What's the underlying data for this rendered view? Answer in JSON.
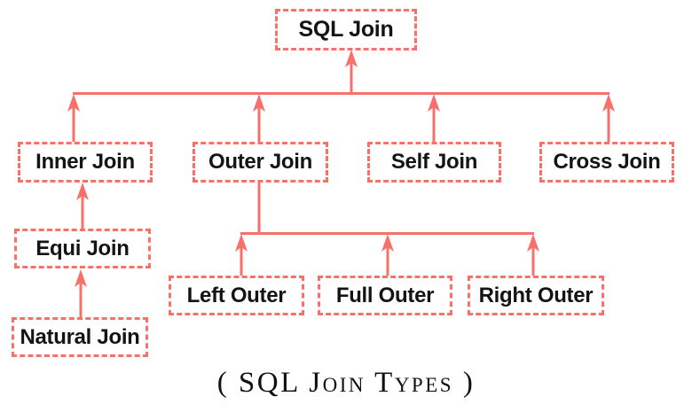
{
  "diagram": {
    "title_caption": "( SQL Join Types )",
    "accent_color": "#f8706a",
    "text_color": "#141414",
    "background_color": "#ffffff",
    "nodes": [
      {
        "id": "sql-join",
        "label": "SQL Join"
      },
      {
        "id": "inner-join",
        "label": "Inner Join"
      },
      {
        "id": "outer-join",
        "label": "Outer Join"
      },
      {
        "id": "self-join",
        "label": "Self Join"
      },
      {
        "id": "cross-join",
        "label": "Cross Join"
      },
      {
        "id": "equi-join",
        "label": "Equi Join"
      },
      {
        "id": "natural-join",
        "label": "Natural Join"
      },
      {
        "id": "left-outer",
        "label": "Left Outer"
      },
      {
        "id": "full-outer",
        "label": "Full Outer"
      },
      {
        "id": "right-outer",
        "label": "Right Outer"
      }
    ],
    "edges": [
      {
        "from": "inner-join",
        "to": "sql-join"
      },
      {
        "from": "outer-join",
        "to": "sql-join"
      },
      {
        "from": "self-join",
        "to": "sql-join"
      },
      {
        "from": "cross-join",
        "to": "sql-join"
      },
      {
        "from": "equi-join",
        "to": "inner-join"
      },
      {
        "from": "natural-join",
        "to": "equi-join"
      },
      {
        "from": "left-outer",
        "to": "outer-join"
      },
      {
        "from": "full-outer",
        "to": "outer-join"
      },
      {
        "from": "right-outer",
        "to": "outer-join"
      }
    ]
  }
}
